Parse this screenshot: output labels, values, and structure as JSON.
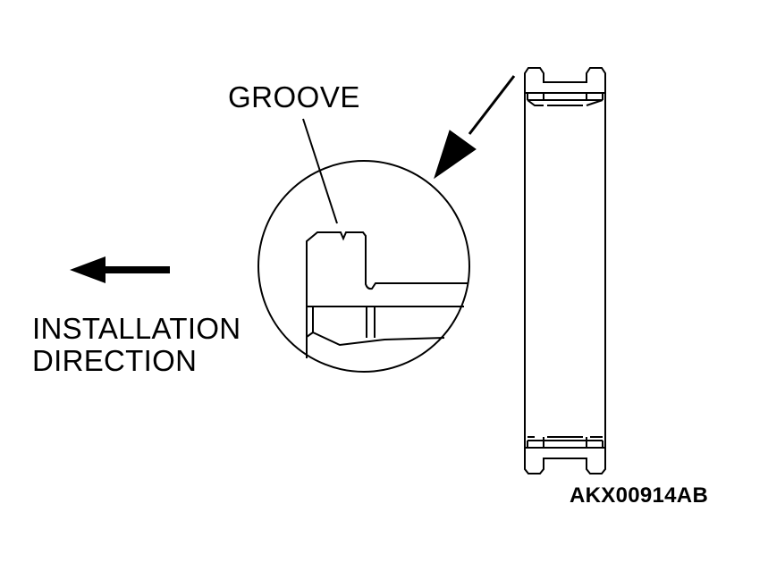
{
  "labels": {
    "groove": "GROOVE",
    "direction_line1": "INSTALLATION",
    "direction_line2": "DIRECTION",
    "figure_code": "AKX00914AB"
  }
}
